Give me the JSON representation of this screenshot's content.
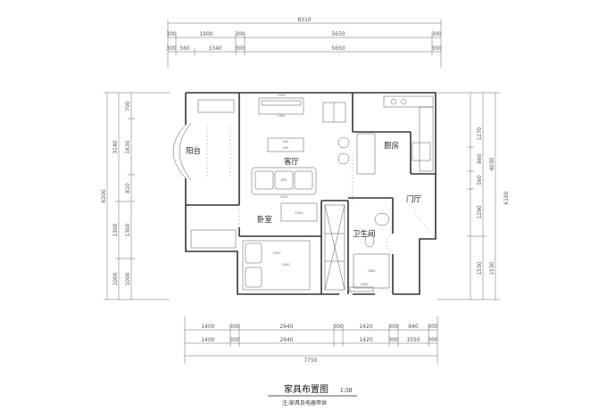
{
  "top_dims": {
    "total": "8310",
    "row1": [
      "300",
      "1900",
      "300",
      "5650",
      "300"
    ],
    "row2": [
      "300",
      "560",
      "1340",
      "300",
      "5650",
      "300"
    ]
  },
  "bottom_dims": {
    "row1": [
      "1400",
      "300",
      "2940",
      "300",
      "1420",
      "300",
      "940",
      "300"
    ],
    "row2": [
      "1400",
      "300",
      "2940",
      "1420",
      "300",
      "1050",
      "300"
    ],
    "total": "7750"
  },
  "left_dims": {
    "total": "6200",
    "outer": [
      "3140",
      "1300",
      "1000"
    ],
    "inner": [
      "700",
      "1630",
      "810",
      "1300",
      "1000"
    ]
  },
  "right_dims": {
    "total": "6160",
    "outer": [
      "4030",
      "1530"
    ],
    "inner": [
      "1270",
      "860",
      "560",
      "1290",
      "1530"
    ]
  },
  "rooms": {
    "balcony": "阳台",
    "living": "客厅",
    "kitchen": "厨房",
    "entrance": "门厅",
    "bedroom": "卧室",
    "bathroom": "卫生间"
  },
  "furniture_labels": {
    "tv_cabinet": "2240",
    "tv_width": "1400",
    "table": "900",
    "table2": "450",
    "sofa_depth": "800",
    "sofa_len": "2200",
    "desk": "1200",
    "bed_w": "1500",
    "bed_len": "2000",
    "tub": "1600",
    "cabinet": "1000"
  },
  "title": "家具布置图",
  "scale": "1:50",
  "note": "注:家具及电器甲供"
}
